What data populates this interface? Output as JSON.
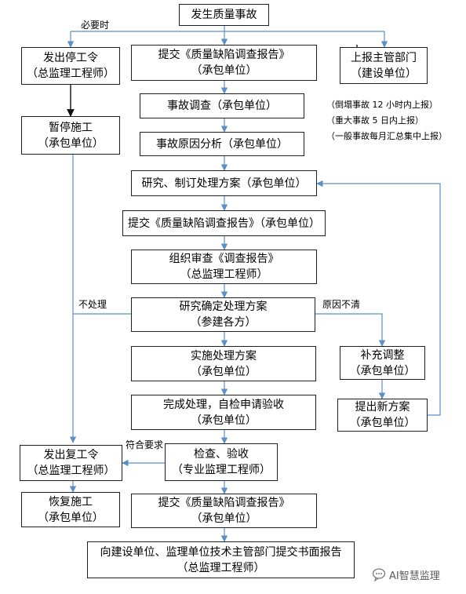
{
  "boxes": {
    "accident": {
      "line1": "发生质量事故"
    },
    "stop_order": {
      "line1": "发出停工令",
      "line2": "（总监理工程师）"
    },
    "submit_report_1": {
      "line1": "提交《质量缺陷调查报告》",
      "line2": "（承包单位）"
    },
    "report_authority": {
      "line1": "上报主管部门",
      "line2": "（建设单位）"
    },
    "suspend": {
      "line1": "暂停施工",
      "line2": "（承包单位）"
    },
    "investigation": {
      "line1": "事故调查（承包单位）"
    },
    "cause_analysis": {
      "line1": "事故原因分析（承包单位）"
    },
    "research_plan": {
      "line1": "研究、制订处理方案（承包单位）"
    },
    "submit_report_2": {
      "line1": "提交《质量缺陷调查报告》（承包单位）"
    },
    "review_report": {
      "line1": "组织审查《调查报告》",
      "line2": "（总监理工程师）"
    },
    "confirm_plan": {
      "line1": "研究确定处理方案",
      "line2": "（参建各方）"
    },
    "supplement": {
      "line1": "补充调整",
      "line2": "（承包单位）"
    },
    "implement": {
      "line1": "实施处理方案",
      "line2": "（承包单位）"
    },
    "new_plan": {
      "line1": "提出新方案",
      "line2": "（承包单位）"
    },
    "complete": {
      "line1": "完成处理，自检申请验收",
      "line2": "（承包单位）"
    },
    "resume_order": {
      "line1": "发出复工令",
      "line2": "（总监理工程师）"
    },
    "inspection": {
      "line1": "检查、验收",
      "line2": "（专业监理工程师）"
    },
    "resume_work": {
      "line1": "恢复施工",
      "line2": "（承包单位）"
    },
    "submit_report_3": {
      "line1": "提交《质量缺陷调查报告》",
      "line2": "（承包单位）"
    },
    "final_report": {
      "line1": "向建设单位、监理单位技术主管部门提交书面报告",
      "line2": "（总监理工程师）"
    }
  },
  "labels": {
    "when_necessary": "必要时",
    "no_treatment": "不处理",
    "cause_unclear": "原因不清",
    "meets_requirements": "符合要求"
  },
  "notes": [
    "（倒塌事故 12 小时内上报）",
    "（重大事故 5 日内上报）",
    "（一般事故每月汇总集中上报）"
  ],
  "watermark": {
    "text": "AI智慧监理"
  },
  "colors": {
    "arrow": "#5b8fc7",
    "arrow_dark": "#111111",
    "border": "#1f1f1f"
  }
}
